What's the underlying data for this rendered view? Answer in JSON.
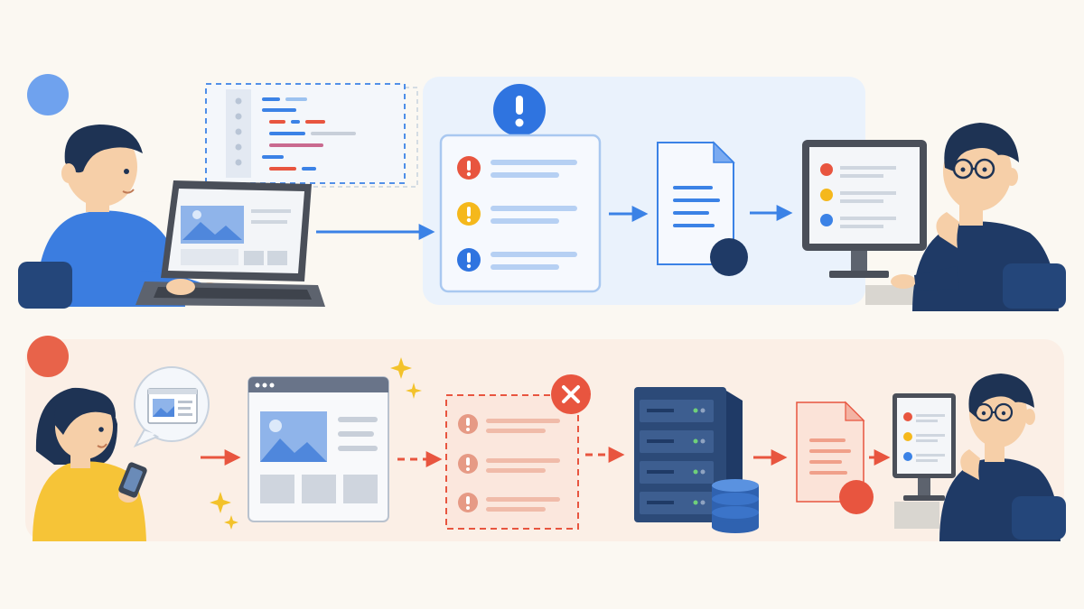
{
  "colors": {
    "background": "#fbf8f2",
    "top_panel": "#eef4fc",
    "bottom_band": "#fbefe6",
    "blue_accent": "#3b82e6",
    "blue_light": "#9cc2f0",
    "red_accent": "#e8553f",
    "red_light": "#f3b3a3",
    "yellow_accent": "#f5b81c",
    "navy": "#1f3a66",
    "skin": "#f6cfa8",
    "hair": "#1e3354"
  },
  "top_flow": {
    "user": {
      "role": "developer",
      "device": "laptop",
      "shirt": "#3b7de0"
    },
    "code_panel": {
      "icon": "code-snippet"
    },
    "alert_badge": {
      "icon": "exclamation-icon",
      "color": "#3b82e6"
    },
    "issue_list": [
      {
        "icon": "exclamation-icon",
        "color": "#e8553f"
      },
      {
        "icon": "exclamation-icon",
        "color": "#f5b81c"
      },
      {
        "icon": "exclamation-icon",
        "color": "#3b82e6"
      }
    ],
    "document": {
      "icon": "document-icon"
    },
    "reviewer": {
      "role": "reviewer",
      "device": "desktop-monitor",
      "shirt": "#1f3a66"
    },
    "monitor_items": [
      "#e8553f",
      "#f5b81c",
      "#3b82e6"
    ]
  },
  "bottom_flow": {
    "user": {
      "role": "mobile-user",
      "device": "smartphone",
      "shirt": "#f6c437"
    },
    "speech_bubble": {
      "icon": "image-icon"
    },
    "webpage": {
      "icon": "webpage-icon"
    },
    "error_badge": {
      "icon": "close-icon",
      "color": "#e8553f"
    },
    "failed_list": [
      {
        "icon": "exclamation-icon",
        "color": "#e69a85"
      },
      {
        "icon": "exclamation-icon",
        "color": "#e69a85"
      },
      {
        "icon": "exclamation-icon",
        "color": "#e69a85"
      }
    ],
    "server": {
      "icon": "server-icon"
    },
    "database": {
      "icon": "database-icon"
    },
    "document": {
      "icon": "document-icon"
    },
    "reviewer": {
      "role": "reviewer",
      "device": "desktop-monitor",
      "shirt": "#1f3a66"
    },
    "monitor_items": [
      "#e8553f",
      "#f5b81c",
      "#3b82e6"
    ]
  }
}
